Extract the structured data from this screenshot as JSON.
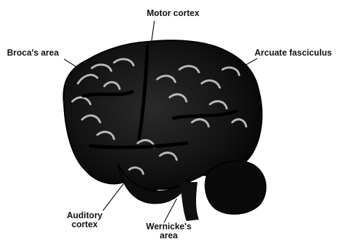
{
  "figure": {
    "labels": {
      "motor_cortex": "Motor cortex",
      "brocas_area": "Broca's area",
      "arcuate_fasciculus": "Arcuate fasciculus",
      "auditory_cortex_line1": "Auditory",
      "auditory_cortex_line2": "cortex",
      "wernickes_area_line1": "Wernicke's",
      "wernickes_area_line2": "area"
    }
  }
}
